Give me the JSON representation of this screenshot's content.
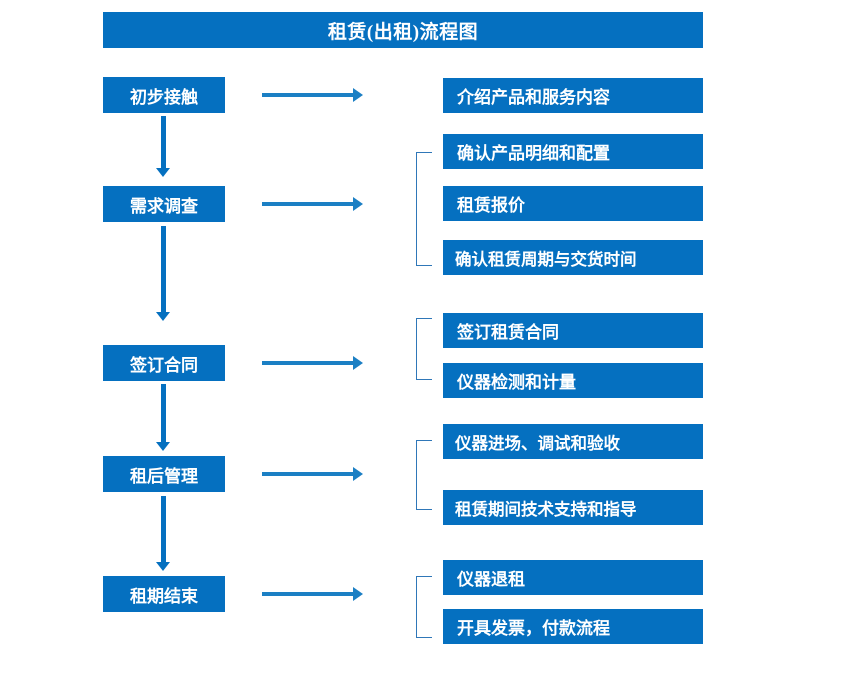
{
  "diagram": {
    "title": "租赁(出租)流程图",
    "accent_color": "#0570c0",
    "arrow_color": "#1b7fc4",
    "bracket_color": "#2f77b8",
    "background_color": "#ffffff",
    "stages": [
      {
        "id": "stage-1",
        "label": "初步接触",
        "tasks": [
          "介绍产品和服务内容"
        ],
        "grouped": false
      },
      {
        "id": "stage-2",
        "label": "需求调查",
        "tasks": [
          "确认产品明细和配置",
          "租赁报价",
          "确认租赁周期与交货时间"
        ],
        "grouped": true
      },
      {
        "id": "stage-3",
        "label": "签订合同",
        "tasks": [
          "签订租赁合同",
          "仪器检测和计量"
        ],
        "grouped": true
      },
      {
        "id": "stage-4",
        "label": "租后管理",
        "tasks": [
          "仪器进场、调试和验收",
          "租赁期间技术支持和指导"
        ],
        "grouped": true
      },
      {
        "id": "stage-5",
        "label": "租期结束",
        "tasks": [
          "仪器退租",
          "开具发票，付款流程"
        ],
        "grouped": true
      }
    ]
  }
}
